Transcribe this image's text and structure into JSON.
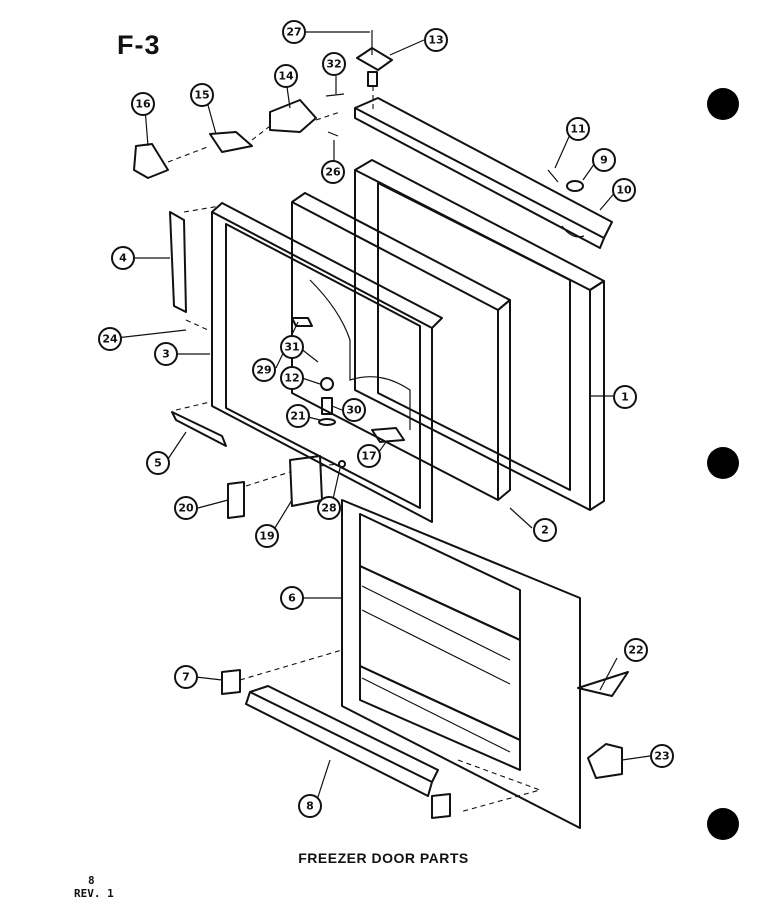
{
  "sheet_id": "F-3",
  "caption": "FREEZER DOOR PARTS",
  "page_number": "8",
  "revision": "REV. 1",
  "callouts": [
    "27",
    "13",
    "32",
    "14",
    "15",
    "16",
    "11",
    "9",
    "10",
    "26",
    "4",
    "24",
    "3",
    "29",
    "31",
    "12",
    "1",
    "21",
    "30",
    "5",
    "17",
    "20",
    "19",
    "28",
    "2",
    "6",
    "7",
    "22",
    "23",
    "8"
  ]
}
